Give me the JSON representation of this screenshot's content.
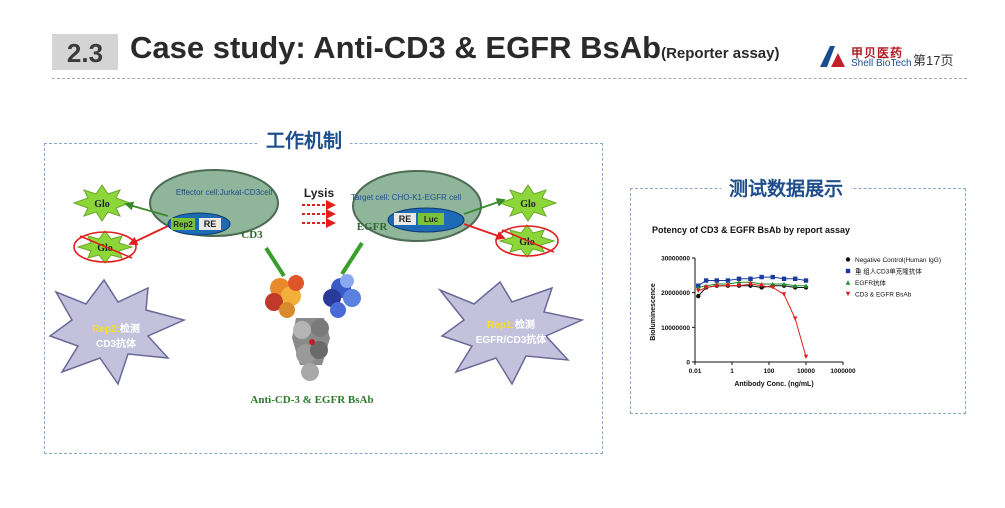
{
  "header": {
    "section_number": "2.3",
    "title": "Case study: Anti-CD3 & EGFR BsAb",
    "subtitle": "(Reporter  assay)",
    "logo_cn": "甲贝医药",
    "logo_en": "Shell BioTech",
    "page_label": "第17页"
  },
  "mechanism": {
    "title": "工作机制",
    "effector_cell": "Effector cell:Jurkat-CD3cell",
    "target_cell": "Target cell: CHO-K1-EGFR  cell",
    "lysis": "Lysis",
    "rep2": "Rep2",
    "re_left": "RE",
    "re_right": "RE",
    "luc": "Luc",
    "cd3": "CD3",
    "egfr": "EGFR",
    "glo_tl": "Glo",
    "glo_bl": "Glo",
    "glo_tr": "Glo",
    "glo_br": "Glo",
    "burst_left_line1_hl": "Rep2:",
    "burst_left_line1": "检测",
    "burst_left_line2": "CD3抗体",
    "burst_right_line1_hl": "Rep1:",
    "burst_right_line1": "检测",
    "burst_right_line2": "EGFR/CD3抗体",
    "antibody_label": "Anti-CD-3 & EGFR BsAb"
  },
  "results": {
    "title": "测试数据展示"
  },
  "colors": {
    "title_blue": "#1f4e8c",
    "cell_green": "#8fb59a",
    "nucleus_blue": "#1d6ab5",
    "glo_green": "#8cd63a",
    "arrow_green": "#3a8a2a",
    "arrow_red": "#e02020",
    "burst_purple": "#c4c1dd",
    "neg_ctrl": "#111111",
    "cd3_mab": "#1a3aa0",
    "egfr_ab": "#1a8a2a",
    "bsab": "#e02020"
  },
  "chart_data": {
    "type": "line",
    "title": "Potency of CD3 & EGFR BsAb by report assay",
    "xlabel": "Antibody Conc. (ng/mL)",
    "ylabel": "Bioluminescence",
    "xscale": "log",
    "xlim": [
      0.01,
      1000000
    ],
    "ylim": [
      0,
      30000000
    ],
    "x_ticks": [
      "0.01",
      "1",
      "100",
      "10000",
      "1000000"
    ],
    "y_ticks": [
      "0",
      "10000000",
      "20000000",
      "30000000"
    ],
    "legend_position": "top-right",
    "series": [
      {
        "name": "Negative Control(Human IgG)",
        "marker": "circle",
        "x": [
          0.015,
          0.04,
          0.15,
          0.6,
          2.4,
          10,
          40,
          160,
          650,
          2600,
          10000
        ],
        "y": [
          19000000,
          21500000,
          22000000,
          22000000,
          22000000,
          22000000,
          21500000,
          22000000,
          22000000,
          21500000,
          21500000
        ]
      },
      {
        "name": "重 组人CD3单克隆抗体",
        "marker": "square",
        "x": [
          0.015,
          0.04,
          0.15,
          0.6,
          2.4,
          10,
          40,
          160,
          650,
          2600,
          10000
        ],
        "y": [
          22000000,
          23500000,
          23500000,
          23500000,
          24000000,
          24000000,
          24500000,
          24500000,
          24000000,
          24000000,
          23500000
        ]
      },
      {
        "name": "EGFR抗体",
        "marker": "triangle-up",
        "x": [
          0.015,
          0.04,
          0.15,
          0.6,
          2.4,
          10,
          40,
          160,
          650,
          2600,
          10000
        ],
        "y": [
          21500000,
          22000000,
          22500000,
          22500000,
          23000000,
          23000000,
          22500000,
          22500000,
          22500000,
          22000000,
          22000000
        ]
      },
      {
        "name": "CD3 & EGFR BsAb",
        "marker": "triangle-down",
        "x": [
          0.015,
          0.04,
          0.15,
          0.6,
          2.4,
          10,
          40,
          160,
          650,
          2600,
          10000
        ],
        "y": [
          20500000,
          21500000,
          22000000,
          22000000,
          22000000,
          22500000,
          22000000,
          21500000,
          19500000,
          12500000,
          1500000
        ]
      }
    ]
  }
}
